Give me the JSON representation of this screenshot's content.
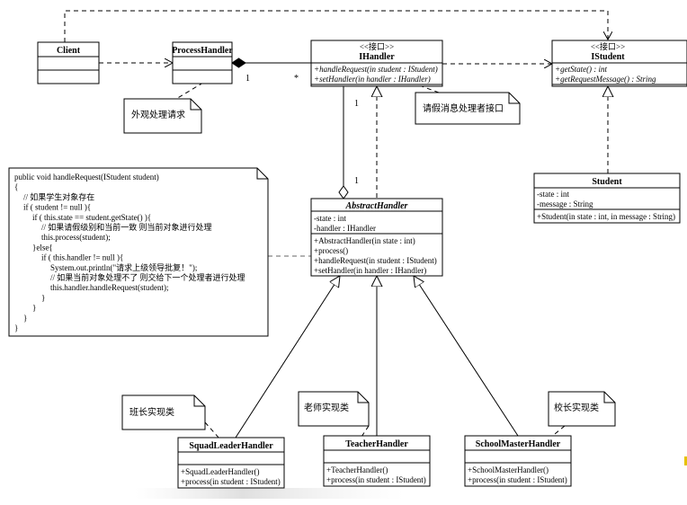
{
  "classes": {
    "client": {
      "name": "Client"
    },
    "process_handler": {
      "name": "ProcessHandler"
    },
    "ihandler": {
      "stereotype": "<<接口>>",
      "name": "IHandler",
      "methods": [
        "+handleRequest(in student : IStudent)",
        "+setHandler(in handler : IHandler)"
      ]
    },
    "istudent": {
      "stereotype": "<<接口>>",
      "name": "IStudent",
      "methods": [
        "+getState() : int",
        "+getRequestMessage() : String"
      ]
    },
    "student": {
      "name": "Student",
      "attributes": [
        "-state : int",
        "-message : String"
      ],
      "methods": [
        "+Student(in state : int, in message : String)"
      ]
    },
    "abstract_handler": {
      "name": "AbstractHandler",
      "attributes": [
        "-state : int",
        "-handler : IHandler"
      ],
      "methods": [
        "+AbstractHandler(in state : int)",
        "+process()",
        "+handleRequest(in student : IStudent)",
        "+setHandler(in handler : IHandler)"
      ]
    },
    "squad_leader": {
      "name": "SquadLeaderHandler",
      "methods": [
        "+SquadLeaderHandler()",
        "+process(in student : IStudent)"
      ]
    },
    "teacher": {
      "name": "TeacherHandler",
      "methods": [
        "+TeacherHandler()",
        "+process(in student : IStudent)"
      ]
    },
    "school_master": {
      "name": "SchoolMasterHandler",
      "methods": [
        "+SchoolMasterHandler()",
        "+process(in student : IStudent)"
      ]
    }
  },
  "multiplicities": {
    "composition_left": "1",
    "composition_right": "*",
    "aggregation_top": "1",
    "aggregation_bottom": "1"
  },
  "notes": {
    "facade": "外观处理请求",
    "handler_interface": "请假消息处理者接口",
    "squad_leader": "班长实现类",
    "teacher": "老师实现类",
    "school_master": "校长实现类",
    "code": [
      "public void handleRequest(IStudent student)",
      "{",
      "  // 如果学生对象存在",
      "  if ( student != null ){",
      "    if ( this.state == student.getState() ){",
      "      // 如果请假级别和当前一致 则当前对象进行处理",
      "      this.process(student);",
      "    }else{",
      "      if ( this.handler != null ){",
      "        System.out.println(\"请求上级领导批复！\");",
      "        // 如果当前对象处理不了 则交给下一个处理者进行处理",
      "        this.handler.handleRequest(student);",
      "      }",
      "    }",
      "  }",
      "}"
    ]
  }
}
